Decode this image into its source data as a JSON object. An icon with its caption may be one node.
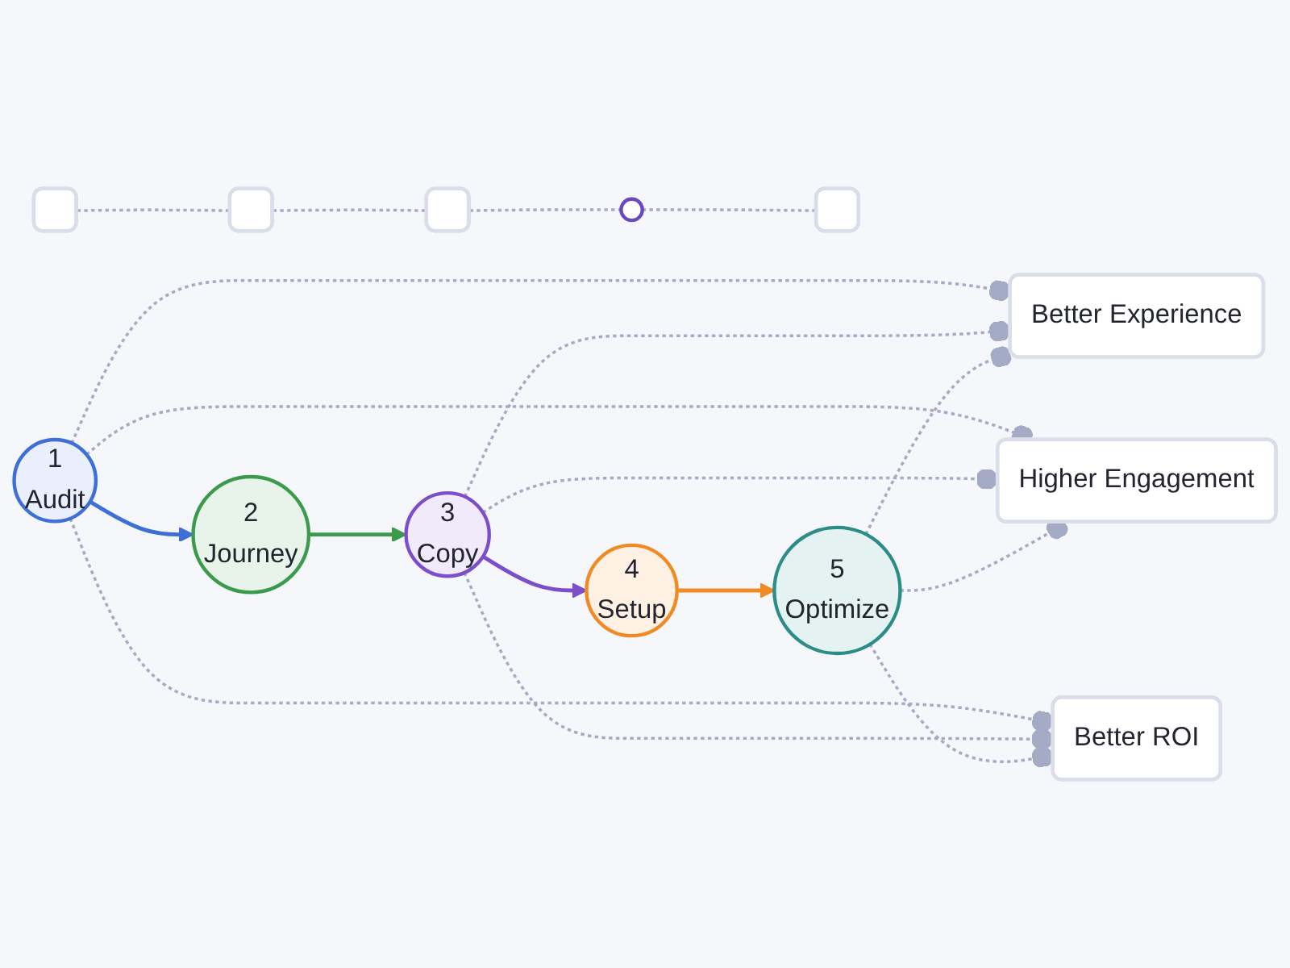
{
  "diagram": {
    "nodes": [
      {
        "text": [],
        "shape": "box"
      },
      {
        "text": [],
        "shape": "box"
      },
      {
        "text": [],
        "shape": "box"
      },
      {
        "text": [],
        "shape": "circle"
      },
      {
        "text": [],
        "shape": "box"
      },
      {
        "text": [
          "1",
          "Audit"
        ]
      },
      {
        "text": [
          "2",
          "Journey"
        ]
      },
      {
        "text": [
          "3",
          "Copy"
        ]
      },
      {
        "text": [
          "4",
          "Setup"
        ]
      },
      {
        "text": [
          "5",
          "Optimize"
        ]
      },
      {
        "text": [
          "Better Experience"
        ]
      },
      {
        "text": [
          "Higher Engagement"
        ]
      },
      {
        "text": [
          "Better ROI"
        ]
      }
    ],
    "edges": [
      {
        "from": 0,
        "to": 1,
        "arrow": "none",
        "style": "dashed"
      },
      {
        "from": 1,
        "to": 2,
        "arrow": "none",
        "style": "dashed"
      },
      {
        "from": 2,
        "to": 3,
        "arrow": "none",
        "style": "dashed"
      },
      {
        "from": 3,
        "to": 4,
        "arrow": "none",
        "style": "dashed"
      },
      {
        "from": 5,
        "to": 6,
        "arrow": "to",
        "color": "#3d6fd6"
      },
      {
        "from": 6,
        "to": 7,
        "arrow": "to",
        "color": "#3c9a4c"
      },
      {
        "from": 7,
        "to": 8,
        "arrow": "to",
        "color": "#7b4fc9"
      },
      {
        "from": 8,
        "to": 9,
        "arrow": "to",
        "color": "#f08a24"
      },
      {
        "from": 5,
        "to": 10,
        "arrow": "other",
        "style": "dashed"
      },
      {
        "from": 5,
        "to": 11,
        "arrow": "other",
        "style": "dashed"
      },
      {
        "from": 5,
        "to": 12,
        "arrow": "other",
        "style": "dashed"
      },
      {
        "from": 7,
        "to": 10,
        "arrow": "other",
        "style": "dashed"
      },
      {
        "from": 7,
        "to": 11,
        "arrow": "other",
        "style": "dashed"
      },
      {
        "from": 7,
        "to": 12,
        "arrow": "other",
        "style": "dashed"
      },
      {
        "from": 9,
        "to": 10,
        "arrow": "other",
        "style": "dashed"
      },
      {
        "from": 9,
        "to": 11,
        "arrow": "other",
        "style": "dashed"
      },
      {
        "from": 9,
        "to": 12,
        "arrow": "other",
        "style": "dashed"
      }
    ]
  }
}
